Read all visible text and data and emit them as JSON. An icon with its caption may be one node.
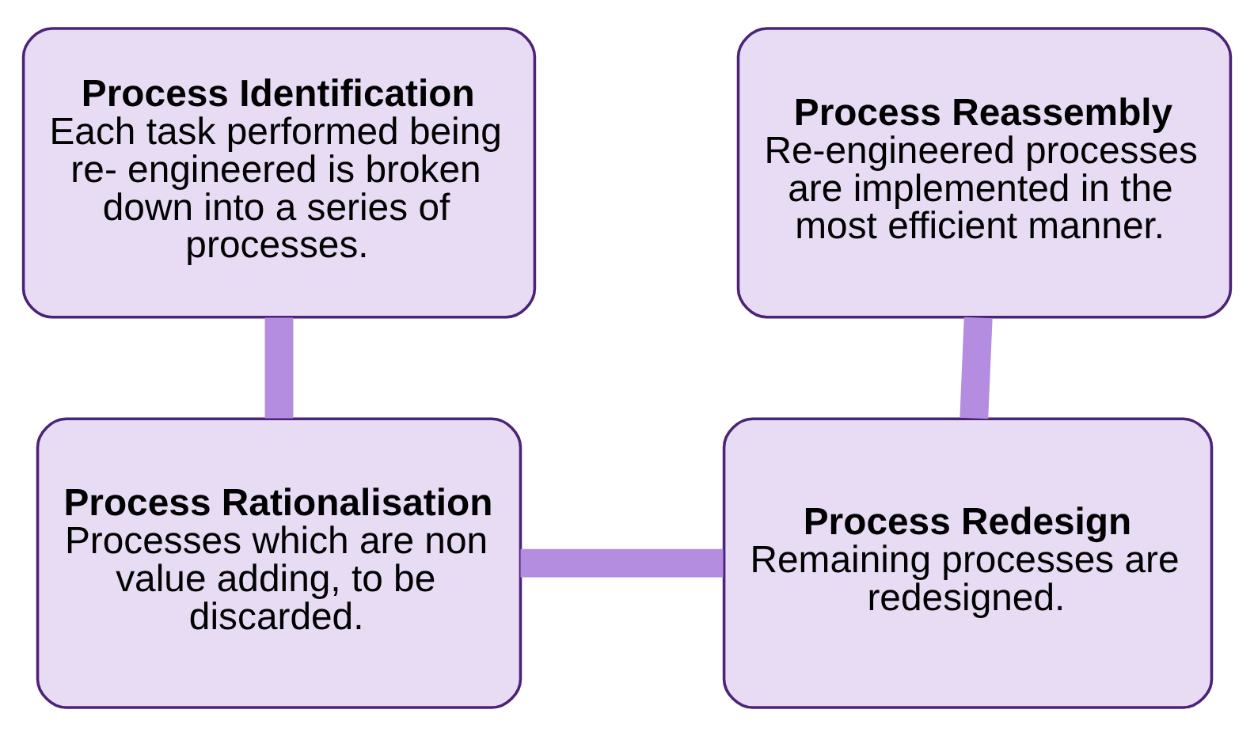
{
  "diagram": {
    "nodes": [
      {
        "text": [
          "Process Identification",
          "Each task performed being re- engineered is broken down into a series of processes."
        ]
      },
      {
        "text": [
          "Process Reassembly",
          "Re-engineered processes are implemented in the most efficient manner."
        ]
      },
      {
        "text": [
          "Process Rationalisation",
          "Processes which are non value adding, to be discarded."
        ]
      },
      {
        "text": [
          "Process Redesign",
          "Remaining processes are redesigned."
        ]
      }
    ],
    "edges": [
      {
        "from": 0,
        "to": 2,
        "arrow": "none"
      },
      {
        "from": 2,
        "to": 3,
        "arrow": "none"
      },
      {
        "from": 3,
        "to": 1,
        "arrow": "none"
      }
    ]
  }
}
